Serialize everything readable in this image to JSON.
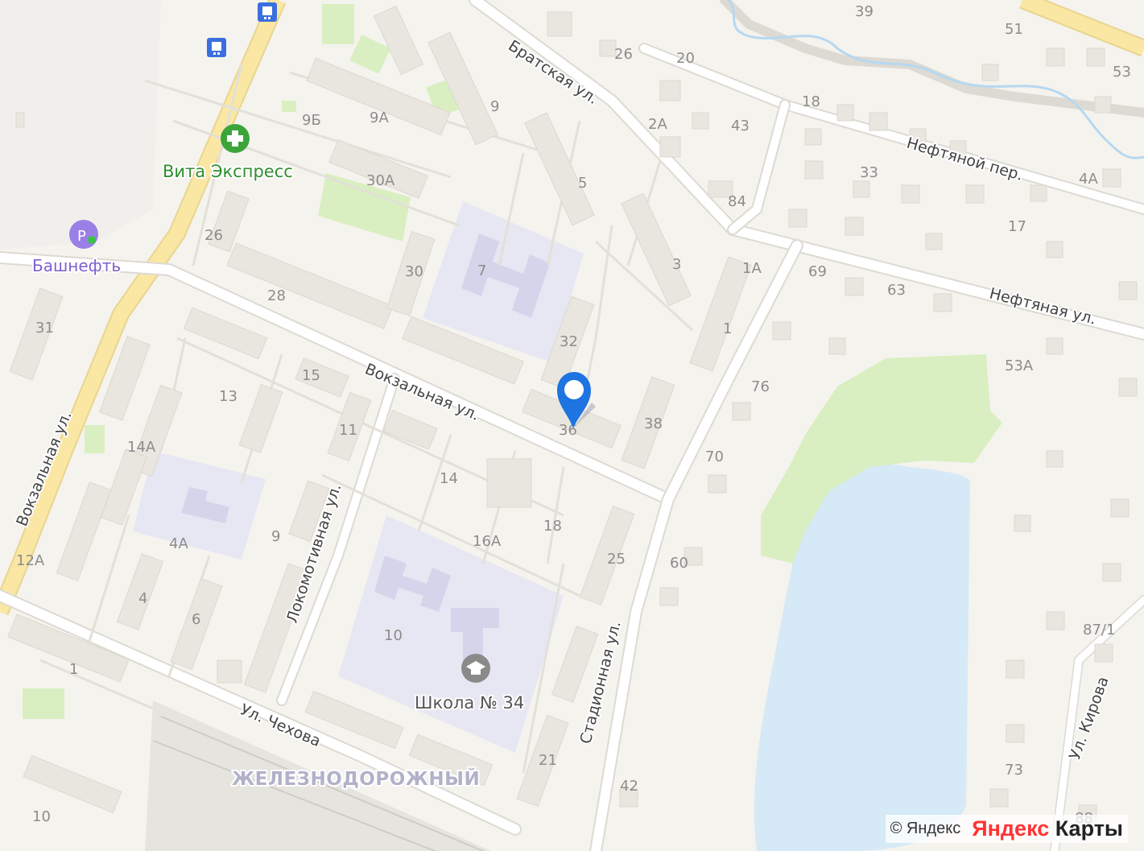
{
  "map": {
    "district": "ЖЕЛЕЗНОДОРОЖНЫЙ",
    "streets": {
      "bratskaya": "Братская ул.",
      "neftyanoy_per": "Нефтяной пер.",
      "neftyanaya": "Нефтяная ул.",
      "vokzalnaya_main": "Вокзальная ул.",
      "vokzalnaya_left": "Вокзальная ул.",
      "lokomotivnaya": "Локомотивная ул.",
      "stadionnaya": "Стадионная ул.",
      "chekhova": "Ул. Чехова",
      "kirova": "Ул. Кирова"
    },
    "pois": {
      "pharmacy": "Вита Экспресс",
      "gas_station": "Башнефть",
      "school": "Школа № 34"
    },
    "house_numbers": [
      "39",
      "51",
      "53",
      "26",
      "20",
      "18",
      "43",
      "2А",
      "9Б",
      "9А",
      "9",
      "5",
      "30А",
      "33",
      "4А",
      "84",
      "17",
      "26",
      "7",
      "3",
      "1А",
      "69",
      "63",
      "28",
      "30",
      "32",
      "1",
      "31",
      "53А",
      "15",
      "13",
      "76",
      "38",
      "11",
      "14А",
      "36",
      "70",
      "14",
      "18",
      "16А",
      "4А",
      "9",
      "12А",
      "25",
      "60",
      "4",
      "6",
      "10",
      "87/1",
      "1",
      "21",
      "73",
      "42",
      "10",
      "88"
    ],
    "colors": {
      "background": "#f5f3ee",
      "water": "#d6e9f7",
      "park": "#d9efc1",
      "school_area": "#e7e7f3",
      "school_building": "#d5d4ea",
      "main_road": "#fbe7a4",
      "pin": "#1e74e0"
    }
  },
  "icons": {
    "pharmacy": "pharmacy-cross-icon",
    "gas": "gas-station-icon",
    "school": "school-cap-icon",
    "bus": "bus-stop-icon",
    "pin": "location-pin-icon"
  },
  "footer": {
    "copyright": "© Яндекс",
    "brand_ya": "Яндекс",
    "brand_rest": " Карты"
  }
}
